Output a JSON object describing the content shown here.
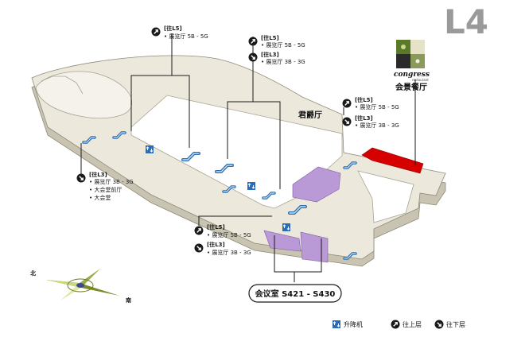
{
  "floor_label": "L4",
  "colors": {
    "building_top": "#ece9dc",
    "building_side": "#c9c4b2",
    "outline": "#8f8a78",
    "hall_purple": "#b99ad6",
    "restaurant_red": "#d60000",
    "escalator_blue": "#2a6cb5"
  },
  "restaurant": {
    "logo_word": "congress",
    "logo_sub": "restaurant",
    "name": "会景餐厅"
  },
  "junjue_hall": {
    "name": "君爵厅"
  },
  "callouts": {
    "top_center": {
      "dir_icon": "up-arrow-icon",
      "target": "[往L5]",
      "items": [
        "展览厅 5B - 5G"
      ]
    },
    "top_right_up": {
      "dir_icon": "up-arrow-icon",
      "target": "[往L5]",
      "items": [
        "展览厅 5B - 5G"
      ]
    },
    "top_right_down": {
      "dir_icon": "down-arrow-icon",
      "target": "[往L3]",
      "items": [
        "展览厅 3B - 3G"
      ]
    },
    "right_up": {
      "dir_icon": "up-arrow-icon",
      "target": "[往L5]",
      "items": [
        "展览厅 5B - 5G"
      ]
    },
    "right_down": {
      "dir_icon": "down-arrow-icon",
      "target": "[往L3]",
      "items": [
        "展览厅 3B - 3G"
      ]
    },
    "left_down": {
      "dir_icon": "down-arrow-icon",
      "target": "[往L3]",
      "items": [
        "展览厅 3B - 3G",
        "大会堂前厅",
        "大会堂"
      ]
    },
    "bottom_up": {
      "dir_icon": "up-arrow-icon",
      "target": "[往L5]",
      "items": [
        "展览厅 5B - 5G"
      ]
    },
    "bottom_down": {
      "dir_icon": "down-arrow-icon",
      "target": "[往L3]",
      "items": [
        "展览厅 3B - 3G"
      ]
    }
  },
  "meeting_rooms": {
    "label": "会议室 S421 - S430"
  },
  "compass": {
    "north": "北",
    "south": "南"
  },
  "legend": [
    {
      "icon": "elevator-icon",
      "label": "升降机"
    },
    {
      "icon": "up-arrow-icon",
      "label": "往上层"
    },
    {
      "icon": "down-arrow-icon",
      "label": "往下层"
    }
  ]
}
